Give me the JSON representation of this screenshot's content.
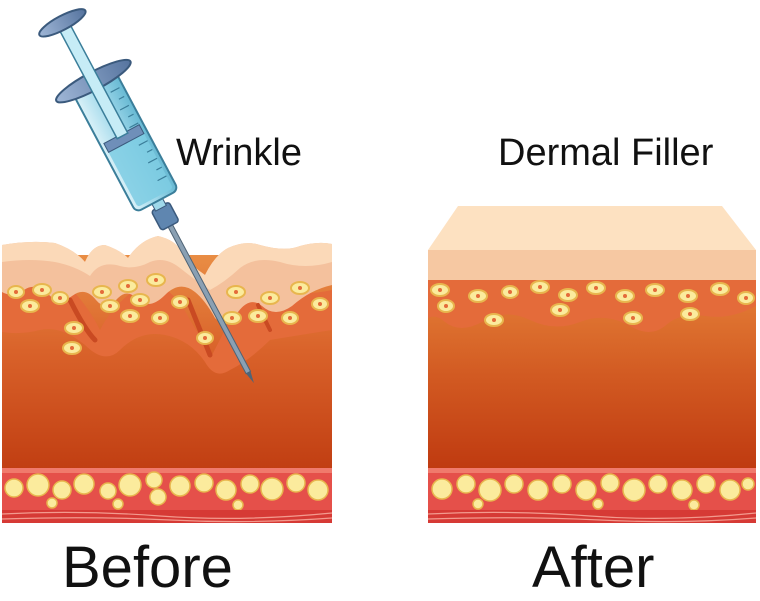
{
  "labels": {
    "wrinkle": "Wrinkle",
    "filler": "Dermal Filler",
    "before": "Before",
    "after": "After"
  },
  "colors": {
    "epidermis": "#f6c9a6",
    "epidermis_top": "#fbe0c4",
    "cell_layer": "#e06a3c",
    "dermis_top": "#d86a2c",
    "dermis_bottom": "#c23d10",
    "fat_band": "#e74d45",
    "fat_cell": "#fbeb9d",
    "fat_cell_edge": "#e8b64e",
    "syringe_barrel": "#bfe5f2",
    "syringe_liquid": "#7ecde3",
    "syringe_plunger": "#6f8fb9"
  }
}
